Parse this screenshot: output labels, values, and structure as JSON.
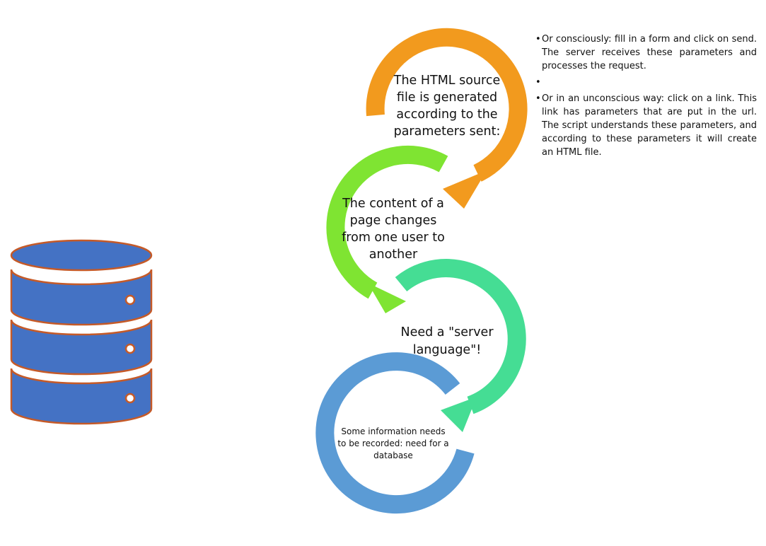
{
  "steps": [
    {
      "label": "The HTML source file is generated according to the parameters sent:",
      "color": "#f29a1e"
    },
    {
      "label": "The content of a page changes from one user to another",
      "color": "#7fe432"
    },
    {
      "label": "Need a \"server language\"!",
      "color": "#45dd94"
    },
    {
      "label": "Some information needs to be recorded: need for a database",
      "color": "#5b9bd5"
    }
  ],
  "notes": [
    "Or consciously: fill in a form and click on send. The server receives these parameters and processes the request.",
    "",
    "Or in an unconscious way: click on a link. This link has parameters that are put in the url. The script understands these parameters, and according to these parameters it will create an HTML file."
  ],
  "database_icon": {
    "name": "database-icon",
    "body_color": "#4472c4",
    "outline_color": "#c55a28",
    "indicator_color": "#ffffff"
  }
}
